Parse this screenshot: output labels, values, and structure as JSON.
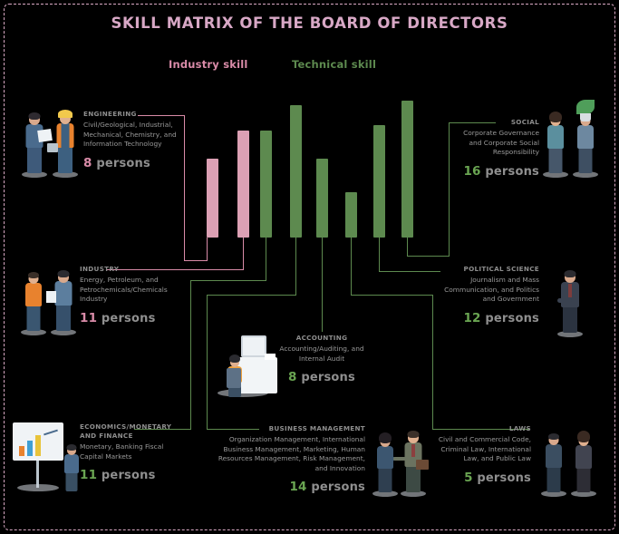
{
  "title": "SKILL MATRIX OF THE BOARD OF DIRECTORS",
  "legend": {
    "industry": "Industry skill",
    "technical": "Technical skill"
  },
  "colors": {
    "background": "#000000",
    "title": "#d8a8c6",
    "industry_bar": "#dca0b4",
    "technical_bar": "#5d8a4f",
    "label_text": "#9a9a9a",
    "category_text": "#8e8e8e",
    "border": "#d9a9c4"
  },
  "units_label": "persons",
  "chart_data": {
    "type": "bar",
    "title": "SKILL MATRIX OF THE BOARD OF DIRECTORS",
    "xlabel": "",
    "ylabel": "persons",
    "ylim": [
      0,
      16
    ],
    "grid": false,
    "legend_position": "top",
    "series": [
      {
        "name": "Industry skill",
        "color": "#dca0b4"
      },
      {
        "name": "Technical skill",
        "color": "#5d8a4f"
      }
    ],
    "categories": [
      "ENGINEERING",
      "INDUSTRY",
      "ECONOMICS/MONETARY AND FINANCE",
      "SOCIAL",
      "ACCOUNTING",
      "LAWS",
      "POLITICAL SCIENCE",
      "BUSINESS MANAGEMENT"
    ],
    "values": [
      8,
      11,
      11,
      16,
      8,
      5,
      12,
      14
    ],
    "point_series": [
      "Industry skill",
      "Industry skill",
      "Technical skill",
      "Technical skill",
      "Technical skill",
      "Technical skill",
      "Technical skill",
      "Technical skill"
    ]
  },
  "skills": [
    {
      "key": "engineering",
      "category": "ENGINEERING",
      "description": "Civil/Geological, Industrial, Mechanical, Chemistry, and Information Technology",
      "count": "8",
      "unit": "persons",
      "type": "industry"
    },
    {
      "key": "industry",
      "category": "INDUSTRY",
      "description": "Energy, Petroleum, and Petrochemicals/Chemicals Industry",
      "count": "11",
      "unit": "persons",
      "type": "industry"
    },
    {
      "key": "economics",
      "category": "ECONOMICS/MONETARY AND FINANCE",
      "description": "Monetary, Banking Fiscal Capital Markets",
      "count": "11",
      "unit": "persons",
      "type": "technical"
    },
    {
      "key": "business_management",
      "category": "BUSINESS MANAGEMENT",
      "description": "Organization Management, International Business Management, Marketing, Human Resources Management, Risk Management, and Innovation",
      "count": "14",
      "unit": "persons",
      "type": "technical"
    },
    {
      "key": "accounting",
      "category": "ACCOUNTING",
      "description": "Accounting/Auditing, and Internal Audit",
      "count": "8",
      "unit": "persons",
      "type": "technical"
    },
    {
      "key": "laws",
      "category": "LAWS",
      "description": "Civil and Commercial Code, Criminal Law, International Law, and Public Law",
      "count": "5",
      "unit": "persons",
      "type": "technical"
    },
    {
      "key": "political_science",
      "category": "POLITICAL SCIENCE",
      "description": "Journalism and Mass Communication, and Politics and Government",
      "count": "12",
      "unit": "persons",
      "type": "technical"
    },
    {
      "key": "social",
      "category": "SOCIAL",
      "description": "Corporate Governance and Corporate Social Responsibility",
      "count": "16",
      "unit": "persons",
      "type": "technical"
    }
  ]
}
